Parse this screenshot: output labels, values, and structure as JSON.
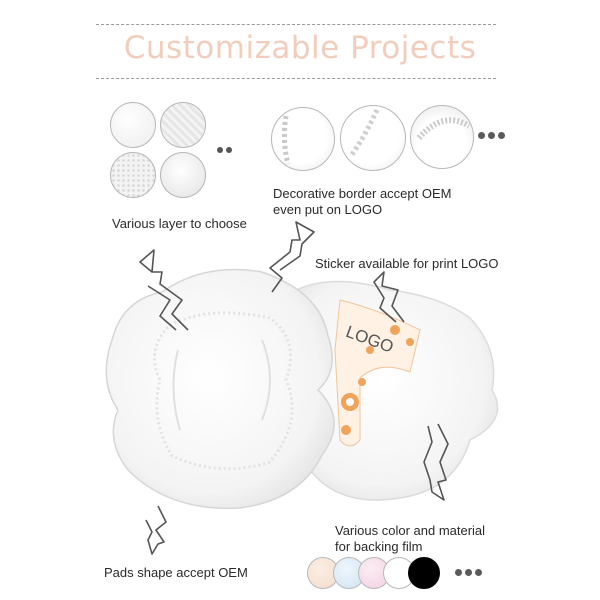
{
  "title": "Customizable Projects",
  "labels": {
    "layer": "Various layer to choose",
    "border_line1": "Decorative border accept OEM",
    "border_line2": "even put on LOGO",
    "sticker": "Sticker available for print LOGO",
    "backing_line1": "Various color and material",
    "backing_line2": "for backing film",
    "shape": "Pads shape accept OEM"
  },
  "sticker_text": "LOGO",
  "colors": {
    "title": "#f2cdbc",
    "sticker_flower": "#f0a35a",
    "swatches": [
      "#f3dccb",
      "#cfe3f3",
      "#f3cfe0",
      "#ffffff",
      "#000000"
    ]
  },
  "icons": {
    "more": "ellipsis-icon",
    "arrow": "curly-arrow-icon"
  }
}
